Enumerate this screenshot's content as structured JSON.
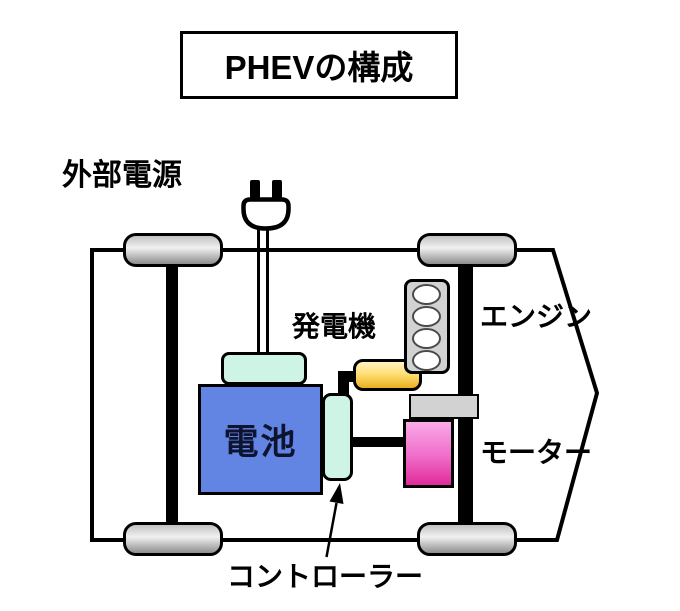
{
  "title": "PHEVの構成",
  "labels": {
    "external_power": "外部電源",
    "generator": "発電機",
    "engine": "エンジン",
    "motor": "モーター",
    "battery": "電池",
    "controller": "コントローラー"
  },
  "icons": {
    "power_plug": "power-plug-icon",
    "pointer_arrow": "controller-pointer-arrow"
  },
  "colors": {
    "battery_fill": "#6285e4",
    "controller_fill": "#cdf4e4",
    "charger_fill": "#cdf4e4",
    "generator_gold": "#eaaf1e",
    "motor_magenta": "#e02b9a",
    "engine_gray": "#d2d2d2",
    "transmission_gray": "#d2d2d2",
    "wheel_gray": "#c2c2c2",
    "outline_black": "#000000"
  }
}
